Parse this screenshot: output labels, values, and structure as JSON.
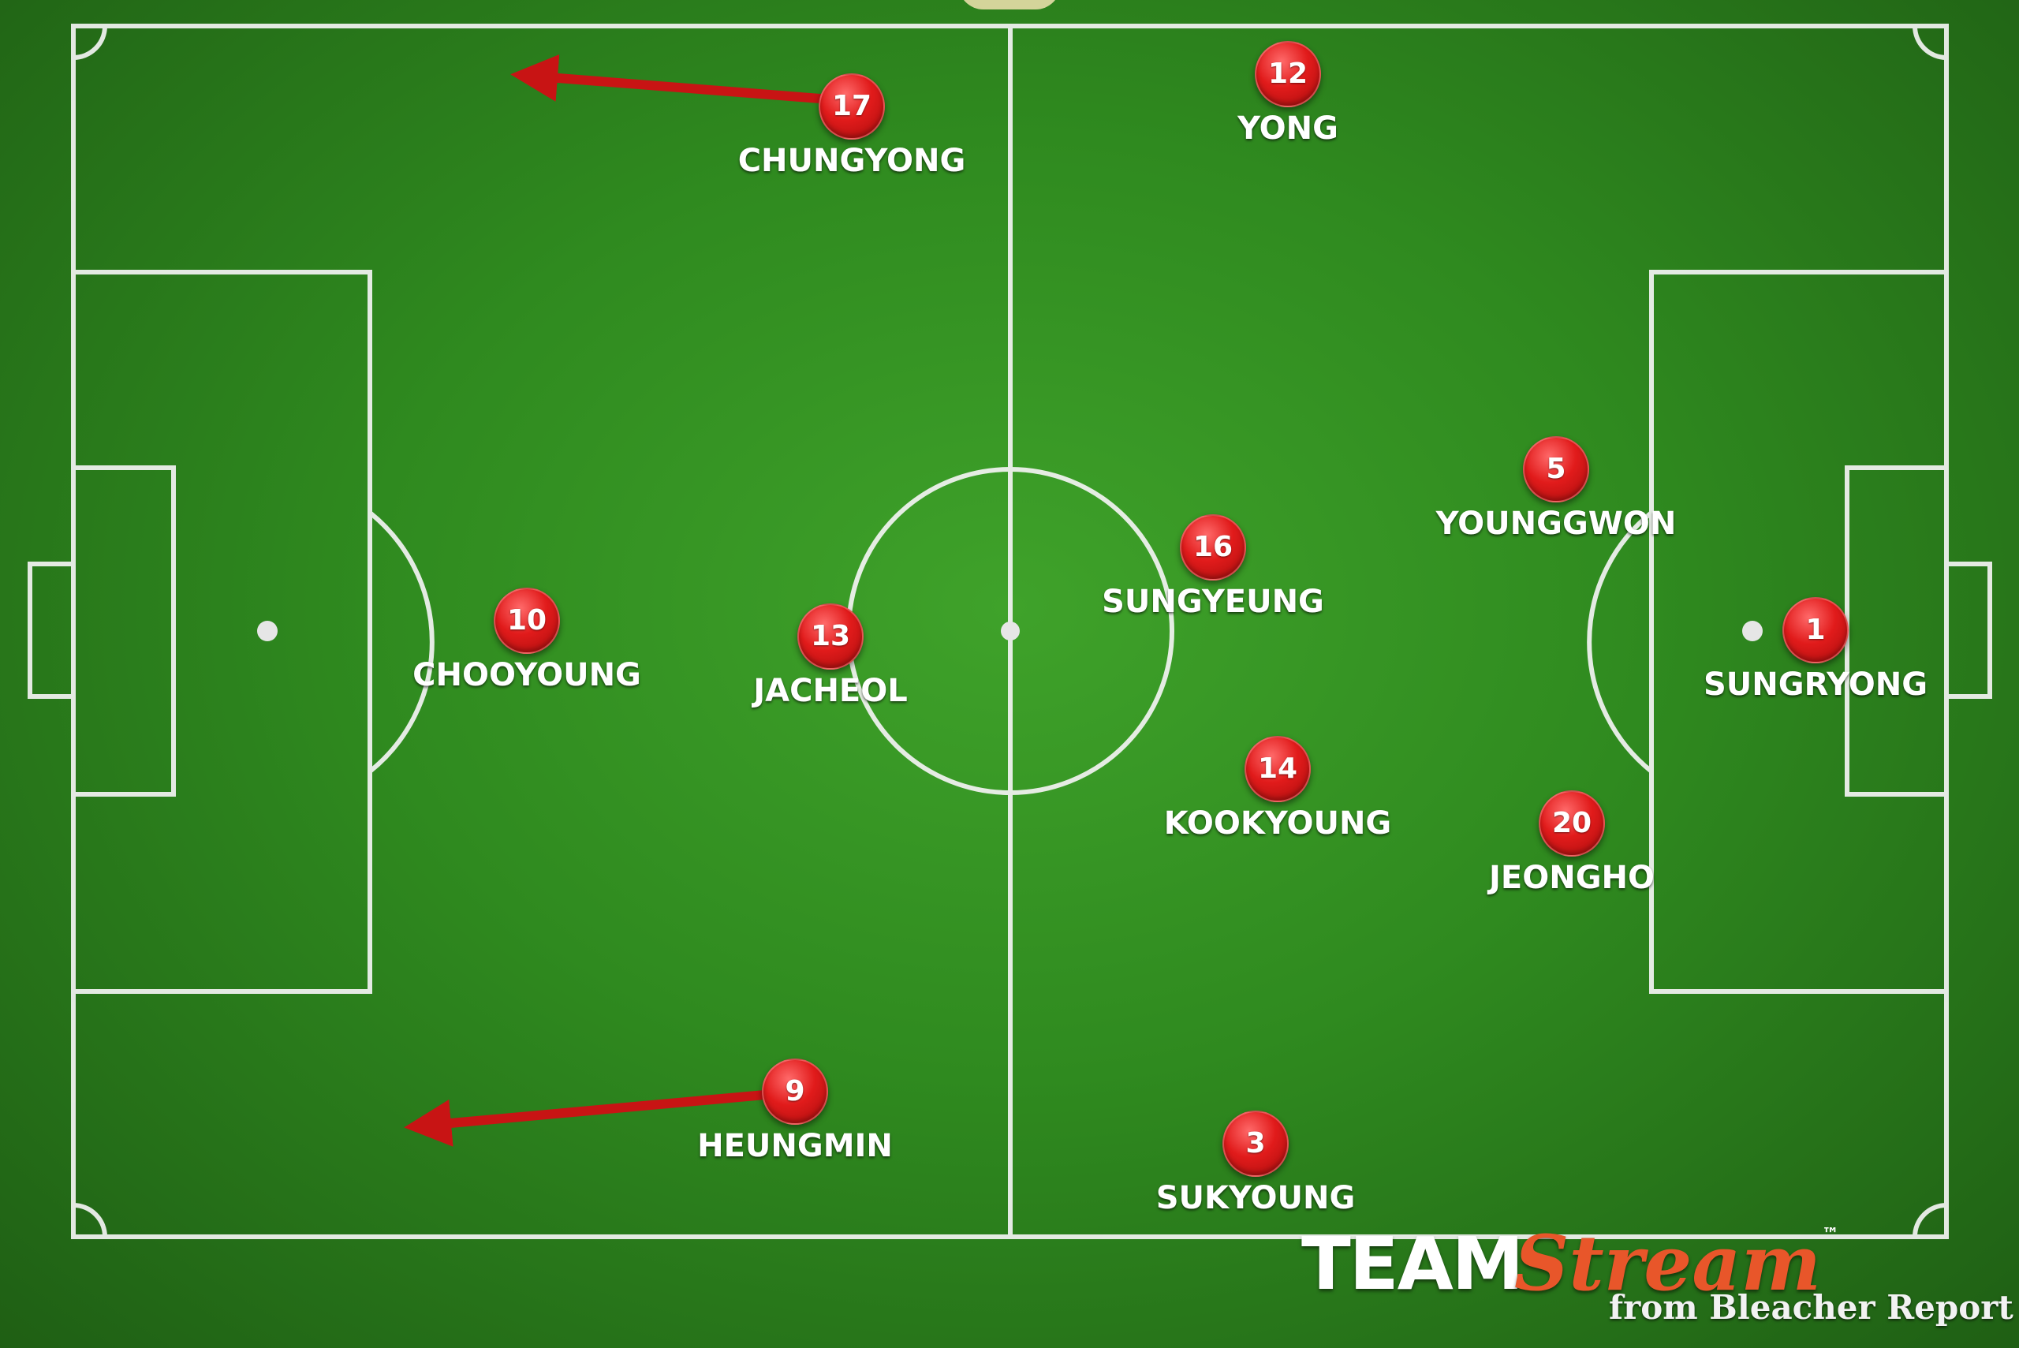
{
  "players": [
    {
      "number": "17",
      "name": "CHUNGYONG"
    },
    {
      "number": "12",
      "name": "YONG"
    },
    {
      "number": "5",
      "name": "YOUNGGWON"
    },
    {
      "number": "16",
      "name": "SUNGYEUNG"
    },
    {
      "number": "10",
      "name": "CHOOYOUNG"
    },
    {
      "number": "13",
      "name": "JACHEOL"
    },
    {
      "number": "1",
      "name": "SUNGRYONG"
    },
    {
      "number": "14",
      "name": "KOOKYOUNG"
    },
    {
      "number": "20",
      "name": "JEONGHO"
    },
    {
      "number": "9",
      "name": "HEUNGMIN"
    },
    {
      "number": "3",
      "name": "SUKYOUNG"
    }
  ],
  "brand": {
    "team": "TEAM",
    "stream": "Stream",
    "tm": "™",
    "sub": "from Bleacher Report"
  },
  "colors": {
    "pitch": "#2f8a1f",
    "lines": "#ffffff",
    "player_badge": "#e11b1b",
    "run_arrow": "#c81414",
    "brand_accent": "#e8562a"
  }
}
